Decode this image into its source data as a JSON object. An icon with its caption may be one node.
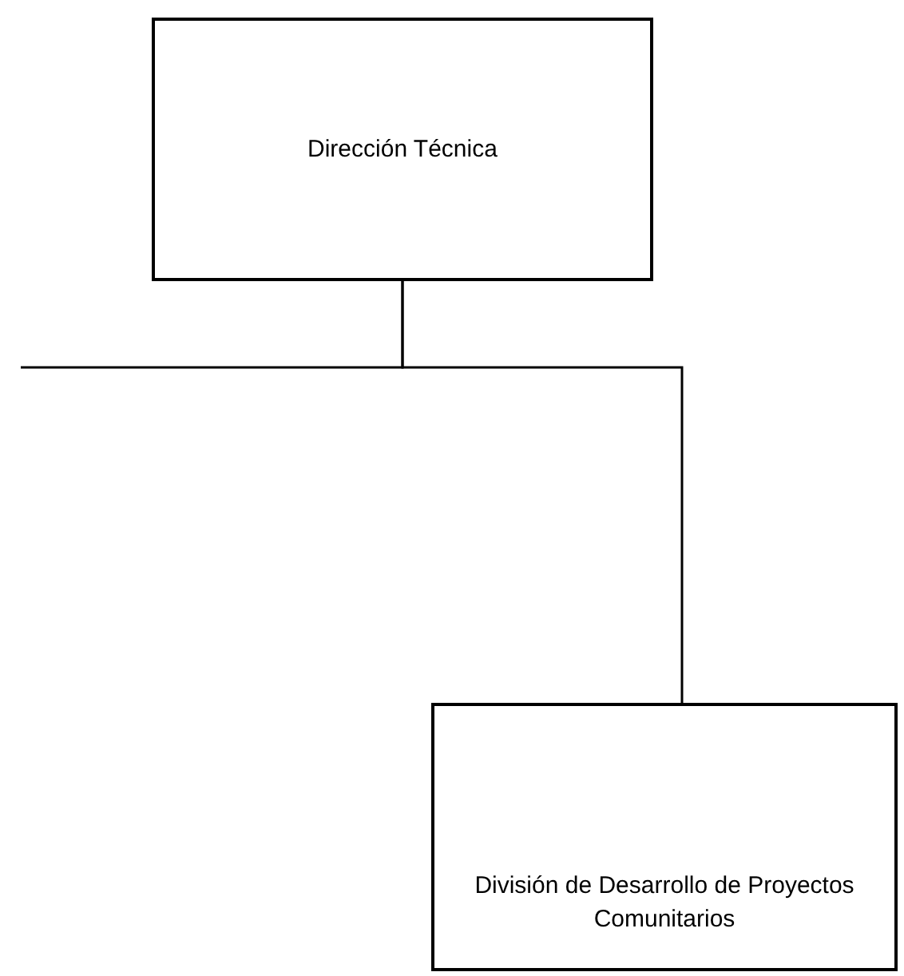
{
  "diagram": {
    "nodes": [
      {
        "text": [
          "Dirección Técnica"
        ]
      },
      {
        "text": [
          "División de Desarrollo de Proyectos Comunitarios"
        ]
      }
    ],
    "edges": [
      {
        "from": 0,
        "to": 1,
        "arrow": "none"
      },
      {
        "from": 0,
        "to": null,
        "arrow": "none"
      }
    ]
  }
}
